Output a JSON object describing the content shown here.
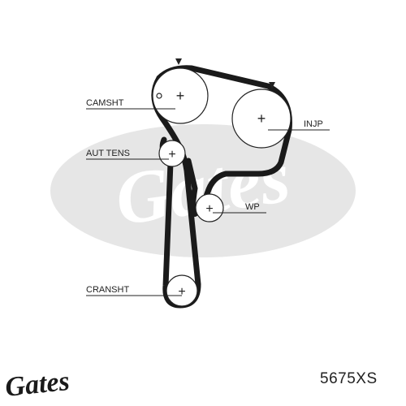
{
  "watermark": {
    "text": "Gates",
    "color": "#e3e3e3"
  },
  "logo": {
    "text": "Gates"
  },
  "part_code": "5675XS",
  "labels": {
    "camshaft": "CAMSHT",
    "injection_pump": "INJP",
    "auto_tensioner": "AUT TENS",
    "water_pump": "WP",
    "crankshaft": "CRANSHT"
  },
  "colors": {
    "belt": "#1a1a1a",
    "line": "#222222",
    "text": "#222222"
  }
}
